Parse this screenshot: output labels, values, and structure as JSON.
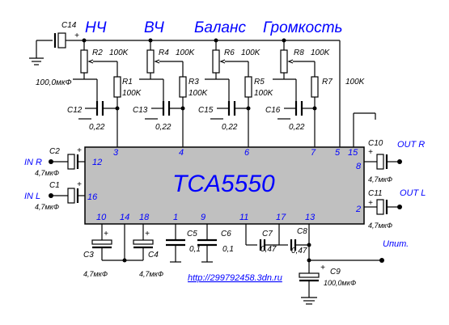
{
  "headings": {
    "nch": "НЧ",
    "vch": "ВЧ",
    "balance": "Баланс",
    "volume": "Громкость"
  },
  "chip": {
    "name": "TCA5550",
    "pins": {
      "p3": "3",
      "p4": "4",
      "p6": "6",
      "p7": "7",
      "p5": "5",
      "p15": "15",
      "p12": "12",
      "p16": "16",
      "p8": "8",
      "p2": "2",
      "p10": "10",
      "p14": "14",
      "p18": "18",
      "p1": "1",
      "p9": "9",
      "p11": "11",
      "p17": "17",
      "p13": "13"
    }
  },
  "labels": {
    "in_r": "IN R",
    "in_l": "IN L",
    "out_r": "OUT R",
    "out_l": "OUT L",
    "upit": "Uпит.",
    "url": "http://299792458.3dn.ru"
  },
  "components": {
    "c14": "C14",
    "c14_val": "100,0мкФ",
    "r2": "R2",
    "r2_val": "100K",
    "r4": "R4",
    "r4_val": "100K",
    "r6": "R6",
    "r6_val": "100K",
    "r8": "R8",
    "r8_val": "100K",
    "r1": "R1",
    "r1_val": "100K",
    "r3": "R3",
    "r3_val": "100K",
    "r5": "R5",
    "r5_val": "100K",
    "r7": "R7",
    "r7_val": "100K",
    "c12": "C12",
    "c12_val": "0,22",
    "c13": "C13",
    "c13_val": "0,22",
    "c15": "C15",
    "c15_val": "0,22",
    "c16": "C16",
    "c16_val": "0,22",
    "c2": "C2",
    "c2_val": "4,7мкФ",
    "c1": "C1",
    "c1_val": "4,7мкФ",
    "c10": "C10",
    "c10_val": "4,7мкФ",
    "c11": "C11",
    "c11_val": "4,7мкФ",
    "c3": "C3",
    "c3_val": "4,7мкФ",
    "c4": "C4",
    "c4_val": "4,7мкФ",
    "c5": "C5",
    "c5_val": "0,1",
    "c6": "C6",
    "c6_val": "0,1",
    "c7": "C7",
    "c7_val": "0,47",
    "c8": "C8",
    "c8_val": "0,47",
    "c9": "C9",
    "c9_val": "100,0мкФ",
    "plus": "+"
  }
}
